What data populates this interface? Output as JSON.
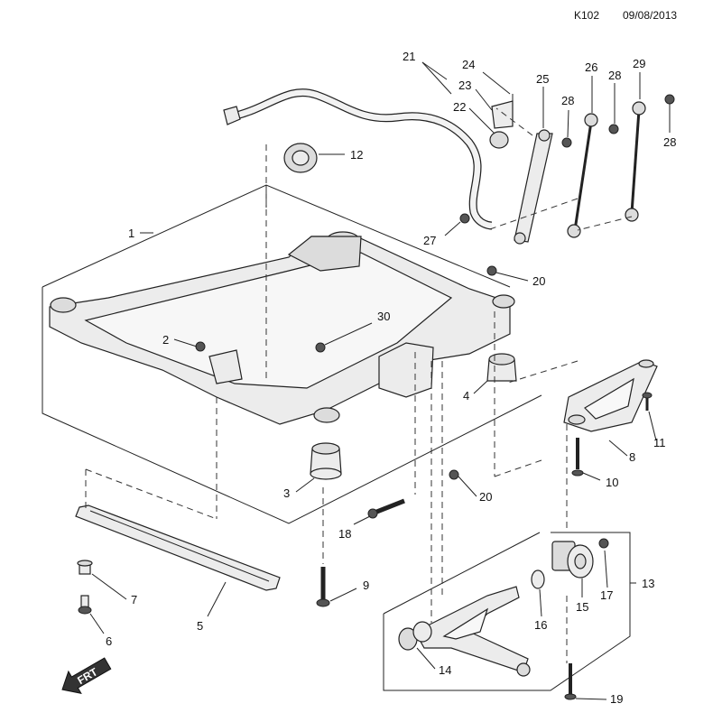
{
  "header": {
    "code": "K102",
    "date": "09/08/2013"
  },
  "callouts": {
    "c1": "1",
    "c2": "2",
    "c3": "3",
    "c4": "4",
    "c5": "5",
    "c6": "6",
    "c7": "7",
    "c8": "8",
    "c9": "9",
    "c10": "10",
    "c11": "11",
    "c12": "12",
    "c13": "13",
    "c14": "14",
    "c15": "15",
    "c16": "16",
    "c17": "17",
    "c18": "18",
    "c19": "19",
    "c20a": "20",
    "c20b": "20",
    "c21": "21",
    "c22": "22",
    "c23": "23",
    "c24": "24",
    "c25": "25",
    "c26": "26",
    "c27": "27",
    "c28a": "28",
    "c28b": "28",
    "c28c": "28",
    "c29": "29",
    "c30": "30"
  },
  "front_arrow": {
    "label": "FRT",
    "icon": "front-direction-arrow-icon"
  }
}
